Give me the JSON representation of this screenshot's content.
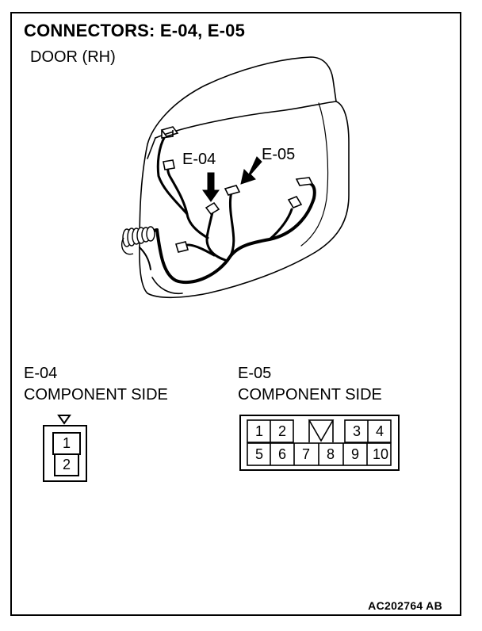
{
  "header": {
    "title": "CONNECTORS: E-04, E-05",
    "subtitle": "DOOR (RH)"
  },
  "callouts": {
    "e04": "E-04",
    "e05": "E-05"
  },
  "connector_e04": {
    "name": "E-04",
    "side": "COMPONENT SIDE",
    "pins": [
      "1",
      "2"
    ]
  },
  "connector_e05": {
    "name": "E-05",
    "side": "COMPONENT SIDE",
    "top_row": [
      "1",
      "2",
      "",
      "3",
      "4"
    ],
    "bottom_row": [
      "5",
      "6",
      "7",
      "8",
      "9",
      "10"
    ]
  },
  "footer": {
    "figure_code": "AC202764 AB"
  }
}
